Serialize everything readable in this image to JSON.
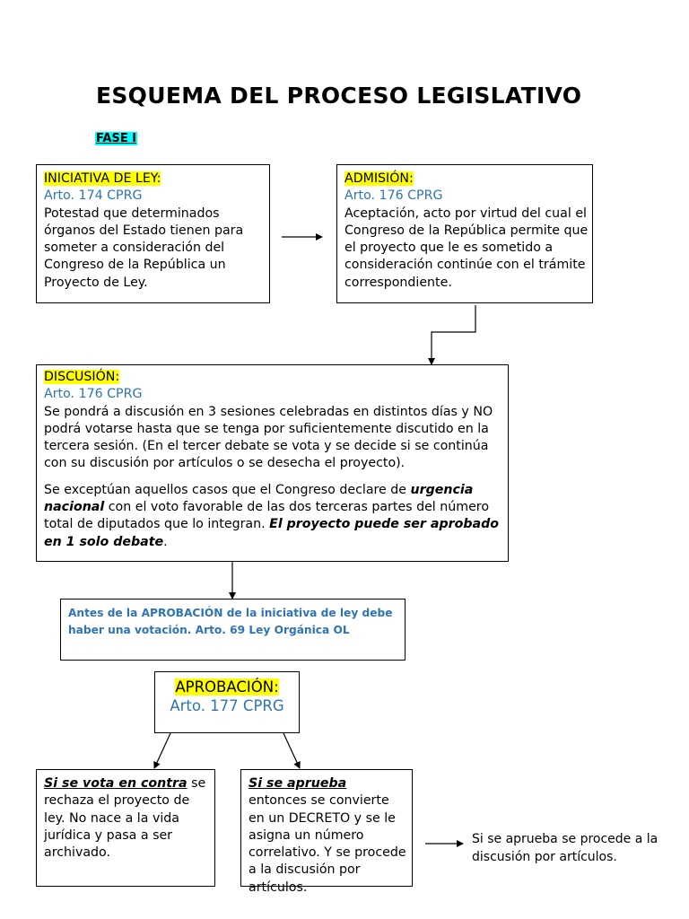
{
  "title": "ESQUEMA DEL PROCESO LEGISLATIVO",
  "phase": "FASE I",
  "iniciativa": {
    "heading": "INICIATIVA DE LEY:",
    "ref": "Arto. 174 CPRG",
    "body": "Potestad que determinados órganos del Estado tienen para someter a consideración del Congreso de la República un Proyecto de Ley."
  },
  "admision": {
    "heading": "ADMISIÓN:",
    "ref": "Arto. 176 CPRG",
    "body": "Aceptación, acto por virtud del cual el Congreso de la República permite que el proyecto que le es sometido a consideración continúe con el trámite correspondiente."
  },
  "discusion": {
    "heading": "DISCUSIÓN:",
    "ref": "Arto. 176 CPRG",
    "body": "Se pondrá a discusión en 3 sesiones celebradas en distintos días y NO podrá votarse hasta que se tenga por suficientemente discutido en la tercera sesión. (En el tercer debate se vota y se decide si se continúa con su discusión por artículos o se desecha el proyecto).",
    "p2_a": "Se exceptúan aquellos casos que el Congreso declare de ",
    "p2_b": "urgencia nacional",
    "p2_c": " con el voto favorable de las dos terceras partes del número total de diputados que lo integran. ",
    "p2_d": "El proyecto puede ser aprobado en 1 solo debate",
    "p2_e": "."
  },
  "votacion_note": "Antes de la APROBACIÓN de la iniciativa de ley debe haber una votación. Arto. 69 Ley Orgánica OL",
  "aprobacion": {
    "heading": "APROBACIÓN:",
    "ref": "Arto. 177 CPRG"
  },
  "en_contra": {
    "lead": "Si se vota en contra",
    "rest": " se rechaza el proyecto de ley. No nace a la vida jurídica y pasa a ser archivado."
  },
  "aprueba": {
    "lead": "Si se aprueba",
    "rest": " entonces se convierte en un DECRETO y se le asigna un número correlativo. Y se procede a la discusión por artículos."
  },
  "final_note": "Si se aprueba se procede a la discusión por artículos.",
  "colors": {
    "highlight": "#ffff00",
    "phase_bg": "#00ffff",
    "reference": "#2e74b5"
  }
}
